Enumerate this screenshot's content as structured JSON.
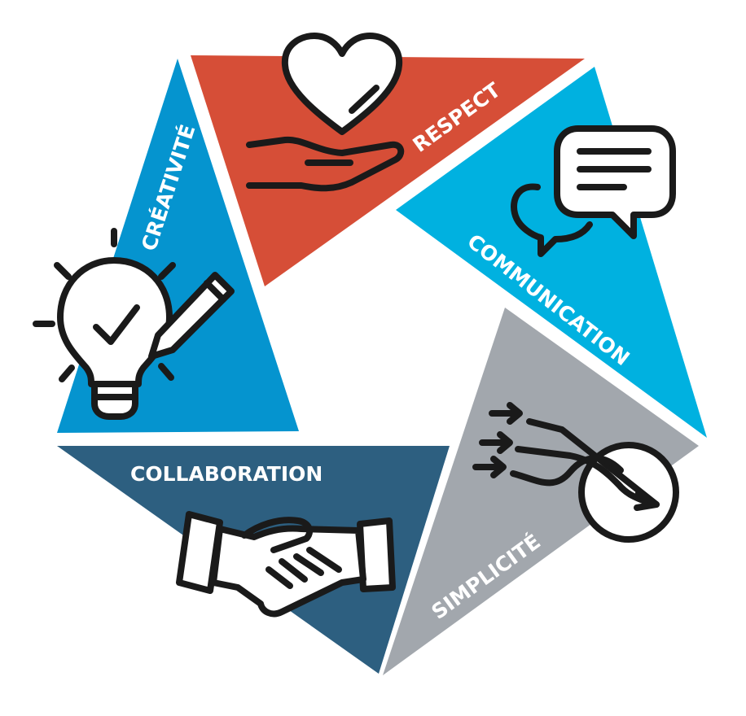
{
  "colors": {
    "respect": "#d64e37",
    "communication": "#00b1e0",
    "simplicite": "#a2a7ad",
    "collaboration": "#2d5f80",
    "creativite": "#0594cf"
  },
  "segments": {
    "respect": {
      "label": "RESPECT",
      "icon": "heart-in-hand-icon"
    },
    "communication": {
      "label": "COMMUNICATION",
      "icon": "speech-bubbles-icon"
    },
    "simplicite": {
      "label": "SIMPLICITÉ",
      "icon": "arrows-to-target-icon"
    },
    "collaboration": {
      "label": "COLLABORATION",
      "icon": "handshake-icon"
    },
    "creativite": {
      "label": "CRÉATIVITÉ",
      "icon": "lightbulb-pencil-icon"
    }
  }
}
